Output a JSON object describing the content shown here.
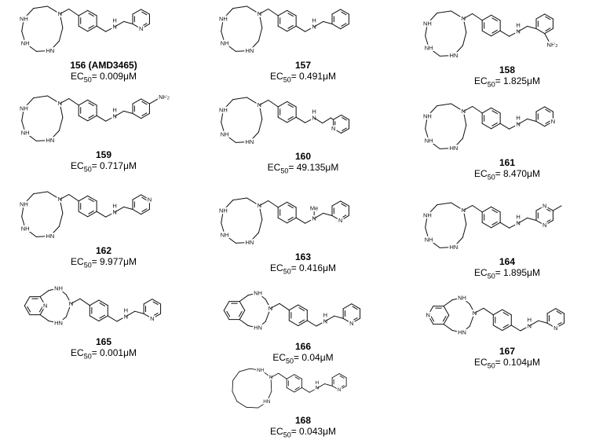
{
  "figure": {
    "background": "#ffffff",
    "bond_color": "#111111",
    "text_color": "#000000"
  },
  "compounds": [
    {
      "id": "156",
      "label": "156 (AMD3465)",
      "ec_prefix": "EC",
      "ec_sub": "50",
      "ec_rest": "= 0.009μM",
      "structure": {
        "macrocycle": "cyclam",
        "mac_labels": [
          "NH",
          "NH",
          "HN",
          "N"
        ],
        "amine_n": "N",
        "amine_h": "H",
        "terminal": "py2",
        "terminal_labels": [
          "N"
        ]
      }
    },
    {
      "id": "157",
      "label": "157",
      "ec_prefix": "EC",
      "ec_sub": "50",
      "ec_rest": "= 0.491μM",
      "structure": {
        "macrocycle": "cyclam",
        "mac_labels": [
          "NH",
          "NH",
          "HN",
          "N"
        ],
        "amine_n": "N",
        "amine_h": "H",
        "terminal": "ph",
        "terminal_labels": []
      }
    },
    {
      "id": "158",
      "label": "158",
      "ec_prefix": "EC",
      "ec_sub": "50",
      "ec_rest": "= 1.825μM",
      "structure": {
        "macrocycle": "cyclam",
        "mac_labels": [
          "NH",
          "NH",
          "HN",
          "N"
        ],
        "amine_n": "N",
        "amine_h": "H",
        "terminal": "anil2",
        "terminal_labels": [
          "NH2"
        ]
      }
    },
    {
      "id": "159",
      "label": "159",
      "ec_prefix": "EC",
      "ec_sub": "50",
      "ec_rest": "= 0.717μM",
      "structure": {
        "macrocycle": "cyclam",
        "mac_labels": [
          "NH",
          "NH",
          "HN",
          "N"
        ],
        "amine_n": "N",
        "amine_h": "H",
        "terminal": "anil4",
        "terminal_labels": [
          "NH2"
        ]
      }
    },
    {
      "id": "160",
      "label": "160",
      "ec_prefix": "EC",
      "ec_sub": "50",
      "ec_rest": "= 49.135μM",
      "structure": {
        "macrocycle": "cyclam",
        "mac_labels": [
          "NH",
          "NH",
          "HN",
          "N"
        ],
        "amine_n": "N",
        "amine_h": "H",
        "terminal": "py2_ethyl",
        "terminal_labels": [
          "N"
        ]
      }
    },
    {
      "id": "161",
      "label": "161",
      "ec_prefix": "EC",
      "ec_sub": "50",
      "ec_rest": "= 8.470μM",
      "structure": {
        "macrocycle": "cyclam",
        "mac_labels": [
          "NH",
          "NH",
          "HN",
          "N"
        ],
        "amine_n": "N",
        "amine_h": "H",
        "terminal": "py3",
        "terminal_labels": [
          "N"
        ]
      }
    },
    {
      "id": "162",
      "label": "162",
      "ec_prefix": "EC",
      "ec_sub": "50",
      "ec_rest": "= 9.977μM",
      "structure": {
        "macrocycle": "cyclam",
        "mac_labels": [
          "NH",
          "NH",
          "HN",
          "N"
        ],
        "amine_n": "N",
        "amine_h": "H",
        "terminal": "py4",
        "terminal_labels": [
          "N"
        ]
      }
    },
    {
      "id": "163",
      "label": "163",
      "ec_prefix": "EC",
      "ec_sub": "50",
      "ec_rest": "= 0.416μM",
      "structure": {
        "macrocycle": "cyclam",
        "mac_labels": [
          "NH",
          "NH",
          "HN",
          "N"
        ],
        "amine_n": "N",
        "amine_h": "Me",
        "terminal": "py2",
        "terminal_labels": [
          "N"
        ]
      }
    },
    {
      "id": "164",
      "label": "164",
      "ec_prefix": "EC",
      "ec_sub": "50",
      "ec_rest": "= 1.895μM",
      "structure": {
        "macrocycle": "cyclam",
        "mac_labels": [
          "NH",
          "NH",
          "HN",
          "N"
        ],
        "amine_n": "N",
        "amine_h": "H",
        "terminal": "pyrazineMe",
        "terminal_labels": [
          "N",
          "N"
        ]
      }
    },
    {
      "id": "165",
      "label": "165",
      "ec_prefix": "EC",
      "ec_sub": "50",
      "ec_rest": "= 0.001μM",
      "structure": {
        "macrocycle": "pymac_right",
        "mac_labels": [
          "N",
          "NH",
          "HN",
          "N"
        ],
        "amine_n": "N",
        "amine_h": "H",
        "terminal": "py2",
        "terminal_labels": [
          "N"
        ]
      }
    },
    {
      "id": "166",
      "label": "166",
      "ec_prefix": "EC",
      "ec_sub": "50",
      "ec_rest": "= 0.04μM",
      "structure": {
        "macrocycle": "benzomac",
        "mac_labels": [
          "NH",
          "HN",
          "N"
        ],
        "amine_n": "N",
        "amine_h": "H",
        "terminal": "py2",
        "terminal_labels": [
          "N"
        ]
      }
    },
    {
      "id": "167",
      "label": "167",
      "ec_prefix": "EC",
      "ec_sub": "50",
      "ec_rest": "= 0.104μM",
      "structure": {
        "macrocycle": "pymac_left",
        "mac_labels": [
          "N",
          "NH",
          "HN",
          "N"
        ],
        "amine_n": "N",
        "amine_h": "H",
        "terminal": "py2",
        "terminal_labels": [
          "N"
        ]
      }
    },
    {
      "id": "168",
      "label": "168",
      "ec_prefix": "EC",
      "ec_sub": "50",
      "ec_rest": "= 0.043μM",
      "structure": {
        "macrocycle": "large",
        "mac_labels": [
          "NH",
          "HN",
          "N"
        ],
        "amine_n": "N",
        "amine_h": "H",
        "terminal": "py2",
        "terminal_labels": [
          "N"
        ]
      }
    }
  ]
}
